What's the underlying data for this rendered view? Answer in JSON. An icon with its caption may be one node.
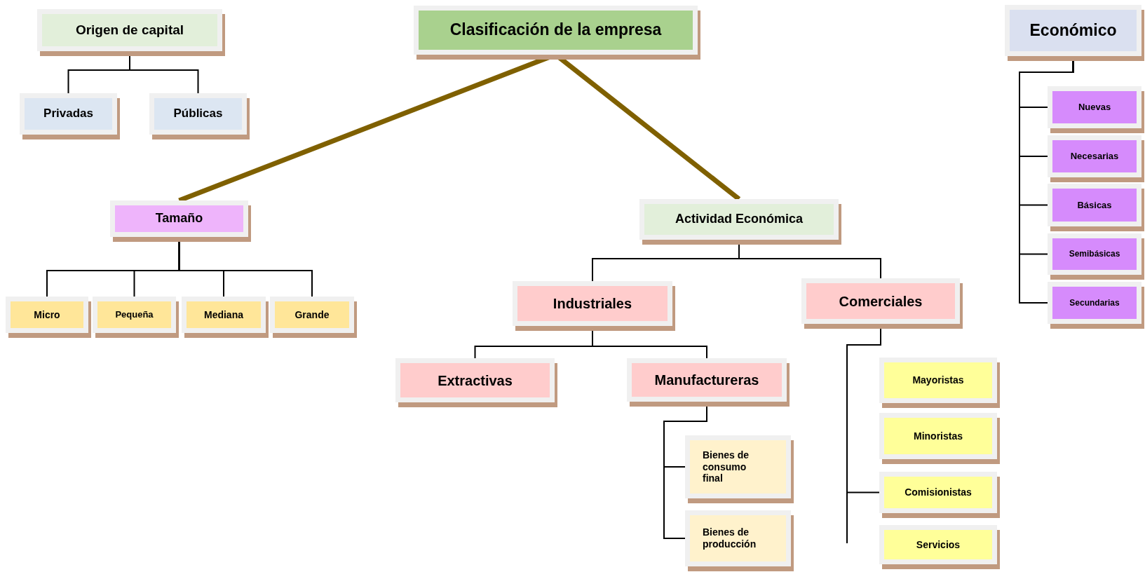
{
  "diagram": {
    "nodes": [
      {
        "text": [
          "Origen de capital"
        ]
      },
      {
        "text": [
          "Clasificación de la empresa"
        ]
      },
      {
        "text": [
          "Económico"
        ]
      },
      {
        "text": [
          "Privadas"
        ]
      },
      {
        "text": [
          "Públicas"
        ]
      },
      {
        "text": [
          "Nuevas"
        ]
      },
      {
        "text": [
          "Necesarias"
        ]
      },
      {
        "text": [
          "Básicas"
        ]
      },
      {
        "text": [
          "Semibásicas"
        ]
      },
      {
        "text": [
          "Tamaño"
        ]
      },
      {
        "text": [
          "Actividad Económica"
        ]
      },
      {
        "text": [
          "Secundarias"
        ]
      },
      {
        "text": [
          "Micro"
        ]
      },
      {
        "text": [
          "Pequeña"
        ]
      },
      {
        "text": [
          "Mediana"
        ]
      },
      {
        "text": [
          "Grande"
        ]
      },
      {
        "text": [
          "Industriales"
        ]
      },
      {
        "text": [
          "Comerciales"
        ]
      },
      {
        "text": [
          "Extractivas"
        ]
      },
      {
        "text": [
          "Manufactureras"
        ]
      },
      {
        "text": [
          "Mayoristas"
        ]
      },
      {
        "text": [
          "Minoristas"
        ]
      },
      {
        "text": [
          "Comisionistas"
        ]
      },
      {
        "text": [
          "Servicios"
        ]
      },
      {
        "text": [
          "Bienes de consumo final"
        ]
      },
      {
        "text": [
          "Bienes de producción"
        ]
      }
    ],
    "edges": [
      {
        "from": 0,
        "to": 3,
        "arrow": "none"
      },
      {
        "from": 0,
        "to": 4,
        "arrow": "none"
      },
      {
        "from": 1,
        "to": 9,
        "arrow": "none",
        "style": "thick",
        "color": "#7f6000"
      },
      {
        "from": 1,
        "to": 10,
        "arrow": "none",
        "style": "thick",
        "color": "#7f6000"
      },
      {
        "from": 2,
        "to": 5,
        "arrow": "none"
      },
      {
        "from": 2,
        "to": 6,
        "arrow": "none"
      },
      {
        "from": 2,
        "to": 7,
        "arrow": "none"
      },
      {
        "from": 2,
        "to": 8,
        "arrow": "none"
      },
      {
        "from": 2,
        "to": 11,
        "arrow": "none"
      },
      {
        "from": 9,
        "to": 12,
        "arrow": "none"
      },
      {
        "from": 9,
        "to": 13,
        "arrow": "none"
      },
      {
        "from": 9,
        "to": 14,
        "arrow": "none"
      },
      {
        "from": 9,
        "to": 15,
        "arrow": "none"
      },
      {
        "from": 10,
        "to": 16,
        "arrow": "none"
      },
      {
        "from": 10,
        "to": 17,
        "arrow": "none"
      },
      {
        "from": 16,
        "to": 18,
        "arrow": "none"
      },
      {
        "from": 16,
        "to": 19,
        "arrow": "none"
      },
      {
        "from": 19,
        "to": 24,
        "arrow": "none"
      },
      {
        "from": 19,
        "to": 25,
        "arrow": "none"
      },
      {
        "from": 17,
        "to": 22,
        "arrow": "none"
      }
    ]
  }
}
